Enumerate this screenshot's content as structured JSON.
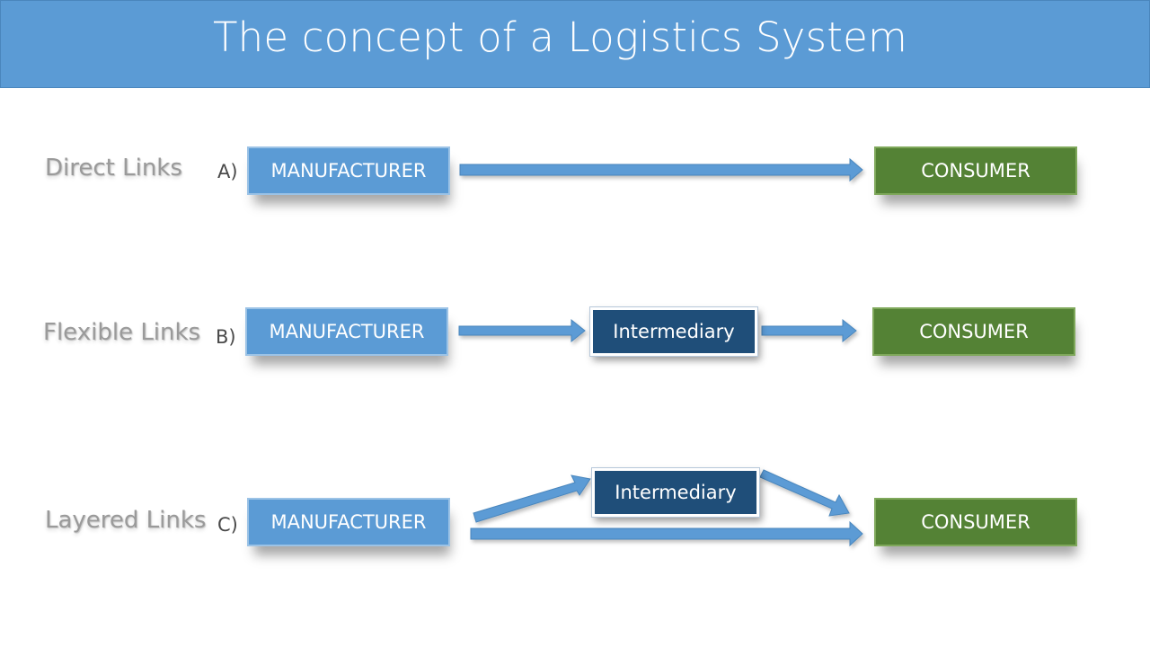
{
  "title": "The concept of a Logistics System",
  "rows": [
    {
      "label": "Direct Links",
      "letter": "A)",
      "manufacturer": "MANUFACTURER",
      "consumer": "CONSUMER"
    },
    {
      "label": "Flexible Links",
      "letter": "B)",
      "manufacturer": "MANUFACTURER",
      "intermediary": "Intermediary",
      "consumer": "CONSUMER"
    },
    {
      "label": "Layered Links",
      "letter": "C)",
      "manufacturer": "MANUFACTURER",
      "intermediary": "Intermediary",
      "consumer": "CONSUMER"
    }
  ],
  "colors": {
    "title_bar": "#5b9bd5",
    "manufacturer": "#5b9bd5",
    "intermediary": "#1f4e79",
    "consumer": "#548235",
    "arrow": "#5b9bd5"
  }
}
